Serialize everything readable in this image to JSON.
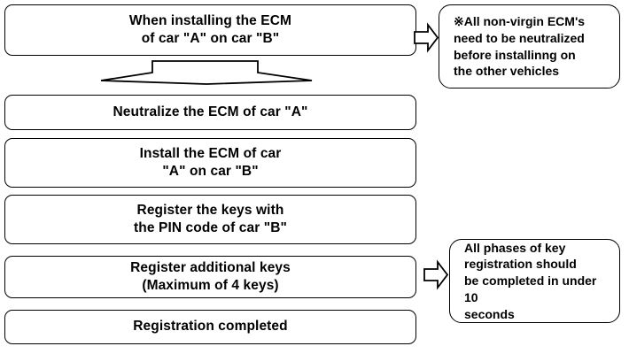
{
  "diagram": {
    "title": "ECM installation and key registration flowchart",
    "stroke_color": "#000000",
    "fill_color": "#ffffff",
    "background": "#ffffff"
  },
  "flow_steps": [
    {
      "id": "step-1",
      "name": "when-installing-ecm",
      "text": "When installing the ECM\nof car \"A\" on car \"B\"",
      "lines": 2
    },
    {
      "id": "step-2",
      "name": "neutralize-ecm",
      "text": "Neutralize the ECM of car \"A\"",
      "lines": 1
    },
    {
      "id": "step-3",
      "name": "install-ecm",
      "text": "Install the ECM of car\n\"A\" on car \"B\"",
      "lines": 2
    },
    {
      "id": "step-4",
      "name": "register-keys-pin",
      "text": "Register the keys with\nthe PIN code of car \"B\"",
      "lines": 2
    },
    {
      "id": "step-5",
      "name": "register-additional-keys",
      "text": "Register additional keys\n(Maximum of 4 keys)",
      "lines": 2
    },
    {
      "id": "step-6",
      "name": "registration-completed",
      "text": "Registration completed",
      "lines": 1
    }
  ],
  "notes": [
    {
      "id": "note-1",
      "name": "note-neutralize-requirement",
      "text": "※All non-virgin ECM's\nneed to be neutralized\nbefore installinng on\nthe other vehicles",
      "marker": "※"
    },
    {
      "id": "note-2",
      "name": "note-timing-requirement",
      "text": "All phases of key\nregistration should\nbe completed in under 10\nseconds",
      "marker": ""
    }
  ],
  "connectors": [
    {
      "id": "connector-down-1",
      "name": "flattened-down-arrow",
      "direction": "down",
      "from": "step-1",
      "to": "step-2"
    },
    {
      "id": "connector-right-1",
      "name": "right-arrow-to-note-1",
      "direction": "right",
      "from": "step-1",
      "to": "note-1"
    },
    {
      "id": "connector-right-2",
      "name": "right-arrow-to-note-2",
      "direction": "right",
      "from": "step-5",
      "to": "note-2"
    }
  ]
}
